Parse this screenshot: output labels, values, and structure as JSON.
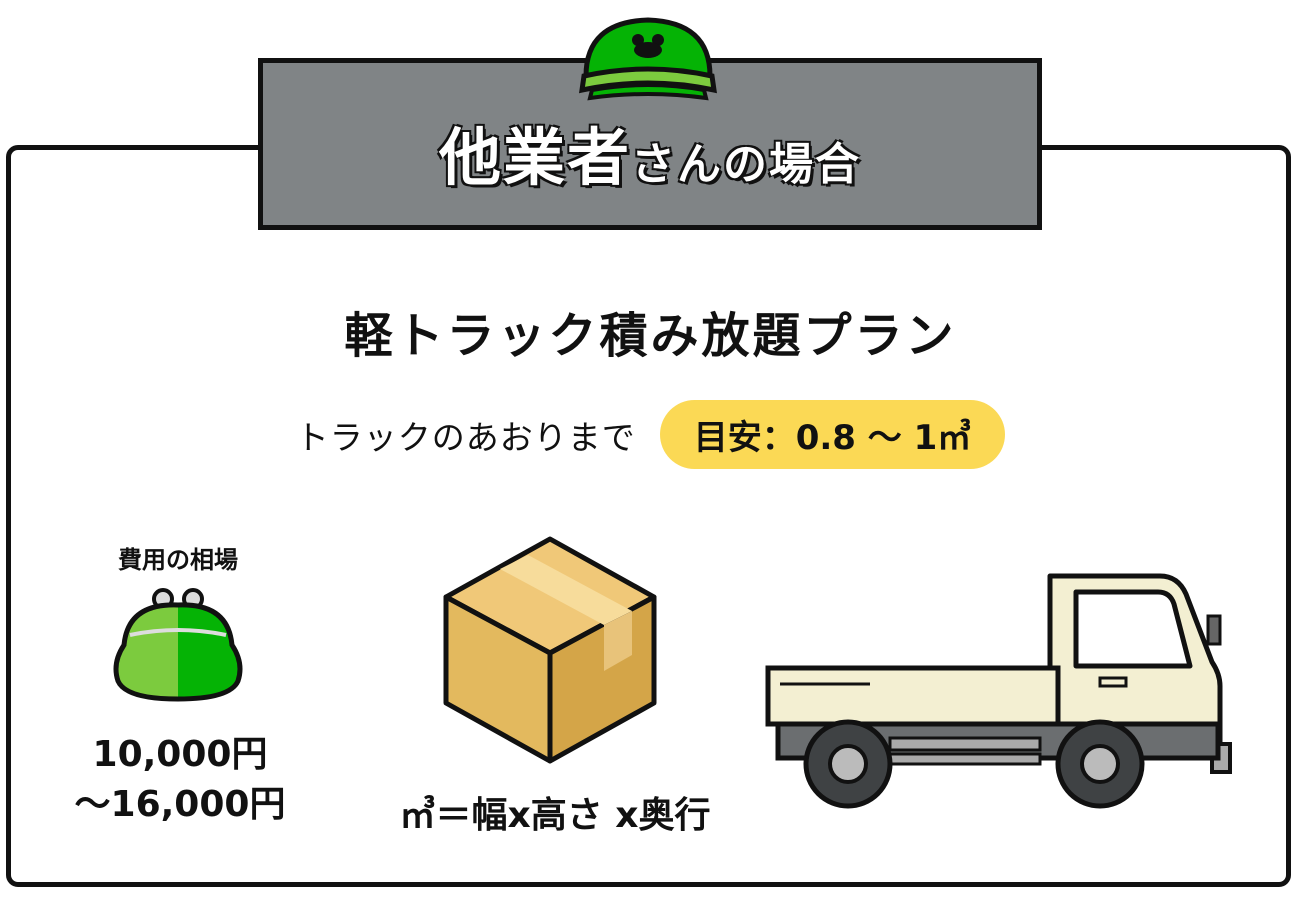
{
  "banner": {
    "main": "他業者",
    "sub": "さんの場合"
  },
  "plan": {
    "title": "軽トラック積み放題プラン",
    "capacity_text": "トラックのあおりまで",
    "estimate_badge": "目安：0.8 ～ 1㎥"
  },
  "cost": {
    "label": "費用の相場",
    "line1": "10,000円",
    "line2": "～16,000円"
  },
  "box": {
    "formula": "㎥＝幅x高さ x奥行"
  },
  "icons": {
    "cap": "cap-icon",
    "purse": "purse-icon",
    "box": "cardboard-box-icon",
    "truck": "kei-truck-icon"
  },
  "colors": {
    "banner_gray": "#808486",
    "accent_green": "#05b305",
    "light_green": "#7ccb3e",
    "badge_yellow": "#fbd955",
    "box_tan": "#e3b95e"
  }
}
